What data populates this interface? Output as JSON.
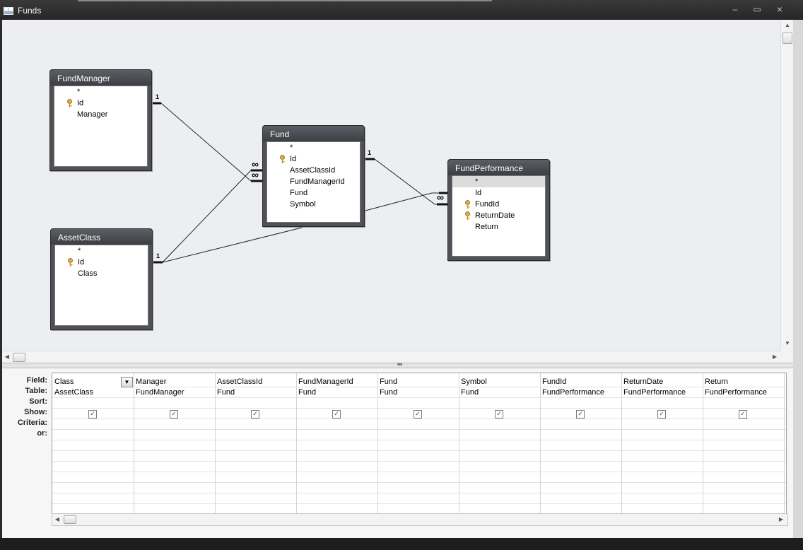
{
  "window": {
    "title": "Funds",
    "minimize": "–",
    "restore": "▭",
    "close": "×"
  },
  "tables": [
    {
      "name": "FundManager",
      "fields": [
        {
          "label": "*",
          "key": false
        },
        {
          "label": "Id",
          "key": true
        },
        {
          "label": "Manager",
          "key": false
        }
      ]
    },
    {
      "name": "AssetClass",
      "fields": [
        {
          "label": "*",
          "key": false
        },
        {
          "label": "Id",
          "key": true
        },
        {
          "label": "Class",
          "key": false
        }
      ]
    },
    {
      "name": "Fund",
      "fields": [
        {
          "label": "*",
          "key": false
        },
        {
          "label": "Id",
          "key": true
        },
        {
          "label": "AssetClassId",
          "key": false
        },
        {
          "label": "FundManagerId",
          "key": false
        },
        {
          "label": "Fund",
          "key": false
        },
        {
          "label": "Symbol",
          "key": false
        }
      ]
    },
    {
      "name": "FundPerformance",
      "fields": [
        {
          "label": "*",
          "key": false,
          "selected": true
        },
        {
          "label": "Id",
          "key": false
        },
        {
          "label": "FundId",
          "key": true
        },
        {
          "label": "ReturnDate",
          "key": true
        },
        {
          "label": "Return",
          "key": false
        }
      ]
    }
  ],
  "relationships": {
    "one": "1",
    "many": "∞"
  },
  "qbe": {
    "row_labels": {
      "field": "Field:",
      "table": "Table:",
      "sort": "Sort:",
      "show": "Show:",
      "criteria": "Criteria:",
      "or": "or:"
    },
    "columns": [
      {
        "field": "Class",
        "table": "AssetClass",
        "show": true
      },
      {
        "field": "Manager",
        "table": "FundManager",
        "show": true
      },
      {
        "field": "AssetClassId",
        "table": "Fund",
        "show": true
      },
      {
        "field": "FundManagerId",
        "table": "Fund",
        "show": true
      },
      {
        "field": "Fund",
        "table": "Fund",
        "show": true
      },
      {
        "field": "Symbol",
        "table": "Fund",
        "show": true
      },
      {
        "field": "FundId",
        "table": "FundPerformance",
        "show": true
      },
      {
        "field": "ReturnDate",
        "table": "FundPerformance",
        "show": true
      },
      {
        "field": "Return",
        "table": "FundPerformance",
        "show": true
      }
    ],
    "checkmark": "✓"
  },
  "colors": {
    "table_frame": "#4f5156",
    "canvas": "#eceef1",
    "titlebar": "#2f2f2f"
  },
  "icons": {
    "key": "key-icon",
    "app": "query-icon",
    "dropdown": "chevron-down-icon"
  }
}
